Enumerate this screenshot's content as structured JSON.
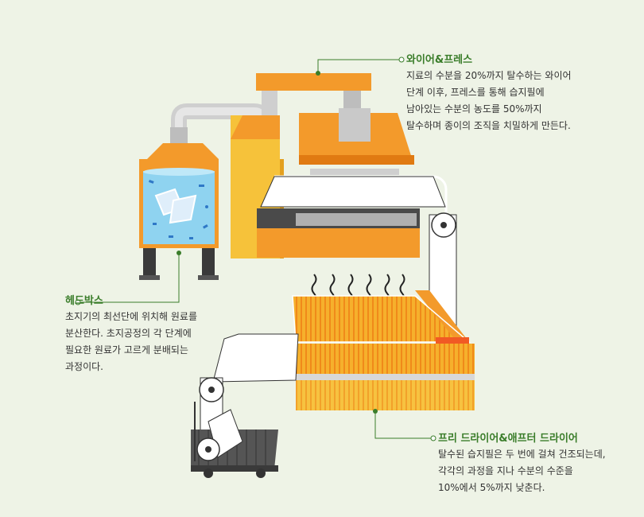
{
  "callouts": {
    "wire_press": {
      "title": "와이어&프레스",
      "body": "지료의 수분을 20%까지 탈수하는 와이어\n단계 이후, 프레스를 통해 습지필에\n남아있는 수분의 농도를 50%까지\n탈수하며 종이의 조직을 치밀하게 만든다."
    },
    "headbox": {
      "title": "헤드박스",
      "body": "초지기의 최선단에 위치해 원료를\n분산한다. 초지공정의 각 단계에\n필요한 원료가 고르게 분배되는\n과정이다."
    },
    "dryer": {
      "title": "프리 드라이어&애프터 드라이어",
      "body": "탈수된 습지필은 두 번에 걸쳐 건조되는데,\n각각의 과정을 지나 수분의 수준을\n10%에서 5%까지 낮춘다."
    }
  },
  "colors": {
    "background": "#eef3e6",
    "orange": "#f39a2b",
    "yellow": "#f6c23a",
    "accent_green": "#3a7d2a",
    "water": "#8fd3f0"
  }
}
